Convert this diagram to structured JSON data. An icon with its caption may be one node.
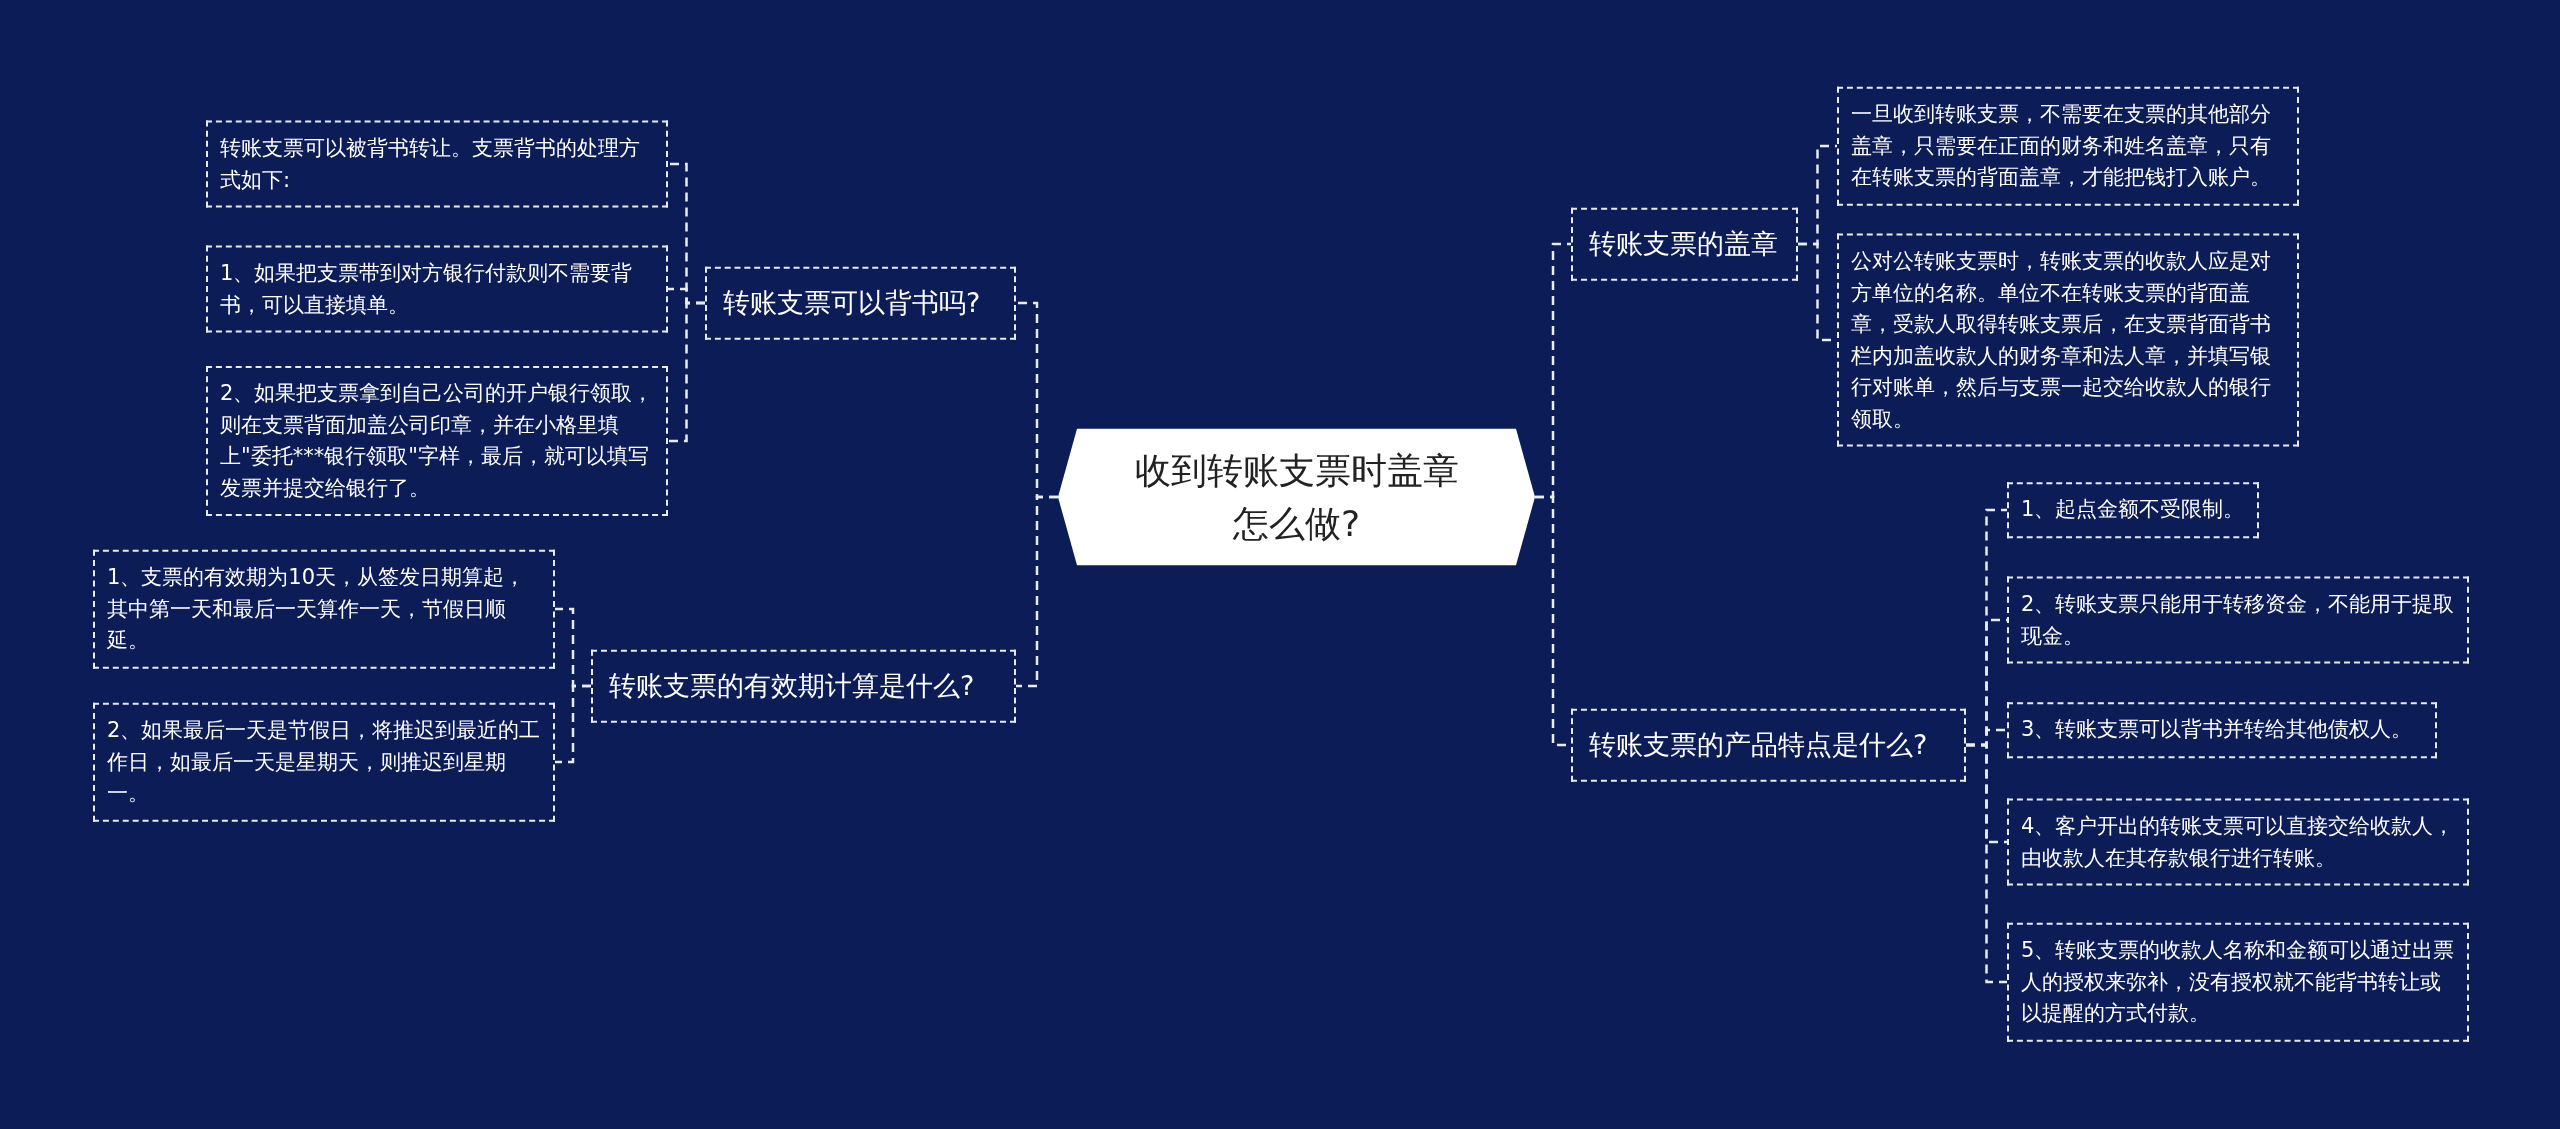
{
  "diagram": {
    "nodes": [
      {
        "text": [
          "收到转账支票时盖章怎么做?"
        ]
      },
      {
        "text": [
          "转账支票可以背书吗?"
        ]
      },
      {
        "text": [
          "转账支票可以被背书转让。支票背书的处理方式如下:"
        ]
      },
      {
        "text": [
          "1、如果把支票带到对方银行付款则不需要背书，可以直接填单。"
        ]
      },
      {
        "text": [
          "2、如果把支票拿到自己公司的开户银行领取，则在支票背面加盖公司印章，并在小格里填上\"委托***银行领取\"字样，最后，就可以填写发票并提交给银行了。"
        ]
      },
      {
        "text": [
          "转账支票的有效期计算是什么?"
        ]
      },
      {
        "text": [
          "1、支票的有效期为10天，从签发日期算起，其中第一天和最后一天算作一天，节假日顺延。"
        ]
      },
      {
        "text": [
          "2、如果最后一天是节假日，将推迟到最近的工作日，如最后一天是星期天，则推迟到星期一。"
        ]
      },
      {
        "text": [
          "转账支票的盖章"
        ]
      },
      {
        "text": [
          "一旦收到转账支票，不需要在支票的其他部分盖章，只需要在正面的财务和姓名盖章，只有在转账支票的背面盖章，才能把钱打入账户。"
        ]
      },
      {
        "text": [
          "公对公转账支票时，转账支票的收款人应是对方单位的名称。单位不在转账支票的背面盖章，受款人取得转账支票后，在支票背面背书栏内加盖收款人的财务章和法人章，并填写银行对账单，然后与支票一起交给收款人的银行领取。"
        ]
      },
      {
        "text": [
          "转账支票的产品特点是什么?"
        ]
      },
      {
        "text": [
          "1、起点金额不受限制。"
        ]
      },
      {
        "text": [
          "2、转账支票只能用于转移资金，不能用于提取现金。"
        ]
      },
      {
        "text": [
          "3、转账支票可以背书并转给其他债权人。"
        ]
      },
      {
        "text": [
          "4、客户开出的转账支票可以直接交给收款人，由收款人在其存款银行进行转账。"
        ]
      },
      {
        "text": [
          "5、转账支票的收款人名称和金额可以通过出票人的授权来弥补，没有授权就不能背书转让或以提醒的方式付款。"
        ]
      }
    ],
    "edges": [
      {
        "from": 0,
        "to": 1,
        "arrow": "none",
        "style": "dashed"
      },
      {
        "from": 1,
        "to": 2,
        "arrow": "none",
        "style": "dashed"
      },
      {
        "from": 1,
        "to": 3,
        "arrow": "none",
        "style": "dashed"
      },
      {
        "from": 1,
        "to": 4,
        "arrow": "none",
        "style": "dashed"
      },
      {
        "from": 0,
        "to": 5,
        "arrow": "none",
        "style": "dashed"
      },
      {
        "from": 5,
        "to": 6,
        "arrow": "none",
        "style": "dashed"
      },
      {
        "from": 5,
        "to": 7,
        "arrow": "none",
        "style": "dashed"
      },
      {
        "from": 0,
        "to": 8,
        "arrow": "none",
        "style": "dashed"
      },
      {
        "from": 8,
        "to": 9,
        "arrow": "none",
        "style": "dashed"
      },
      {
        "from": 8,
        "to": 10,
        "arrow": "none",
        "style": "dashed"
      },
      {
        "from": 0,
        "to": 11,
        "arrow": "none",
        "style": "dashed"
      },
      {
        "from": 11,
        "to": 12,
        "arrow": "none",
        "style": "dashed"
      },
      {
        "from": 11,
        "to": 13,
        "arrow": "none",
        "style": "dashed"
      },
      {
        "from": 11,
        "to": 14,
        "arrow": "none",
        "style": "dashed"
      },
      {
        "from": 11,
        "to": 15,
        "arrow": "none",
        "style": "dashed"
      },
      {
        "from": 11,
        "to": 16,
        "arrow": "none",
        "style": "dashed"
      }
    ]
  }
}
